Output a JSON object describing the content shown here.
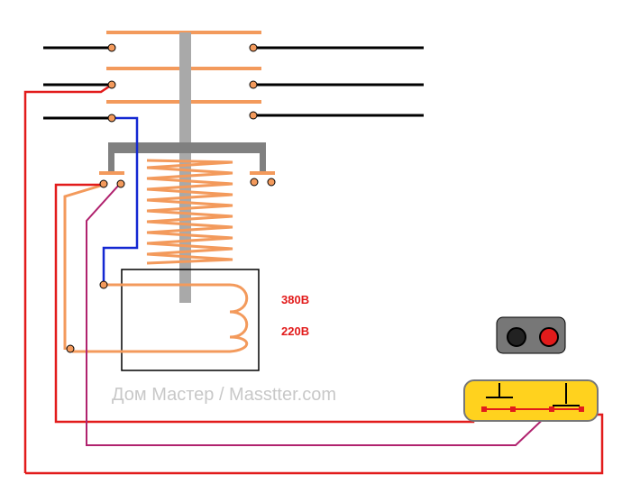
{
  "labels": {
    "voltage_380": "380В",
    "voltage_220": "220В",
    "watermark": "Дом Мастер / Masstter.com"
  },
  "colors": {
    "orange": "#f39a5c",
    "gray": "#a9a9a9",
    "black": "#000000",
    "red": "#e21b1b",
    "purple": "#b0226e",
    "blue": "#1428d2",
    "label_red": "#e21b1b",
    "watermark": "#c8c8c8",
    "button_body": "#ffd21e",
    "button_housing": "#777777"
  },
  "icons": {
    "contactor": "magnetic-starter-icon",
    "coil": "coil-icon",
    "push_button_station": "start-stop-button-icon"
  }
}
